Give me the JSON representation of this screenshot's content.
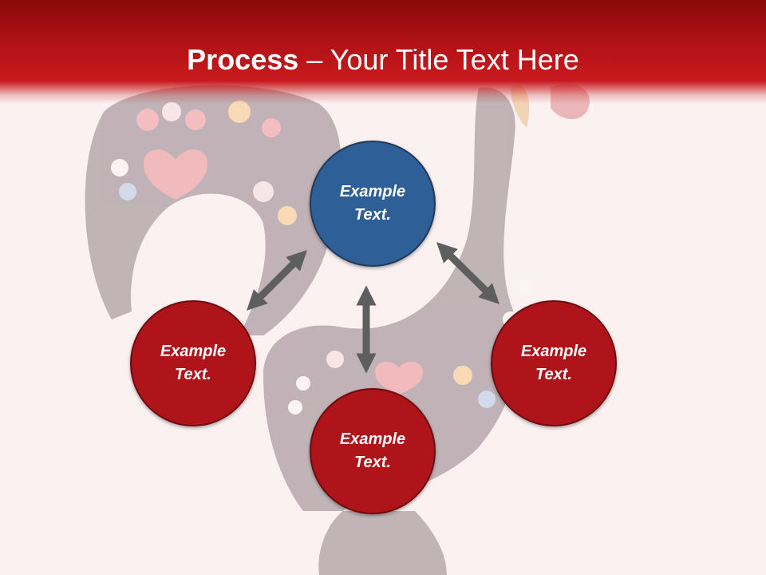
{
  "slide": {
    "title_bold": "Process",
    "title_rest": " – Your Title Text Here"
  },
  "diagram": {
    "nodes": [
      {
        "id": "top",
        "label": "Example\nText.",
        "color": "#2f5f97"
      },
      {
        "id": "left",
        "label": "Example\nText.",
        "color": "#b0141b"
      },
      {
        "id": "bottom",
        "label": "Example\nText.",
        "color": "#b0141b"
      },
      {
        "id": "right",
        "label": "Example\nText.",
        "color": "#b0141b"
      }
    ],
    "connector_color": "#5e5e5e"
  },
  "background": {
    "description_icon": "rooster-figurine-image"
  }
}
